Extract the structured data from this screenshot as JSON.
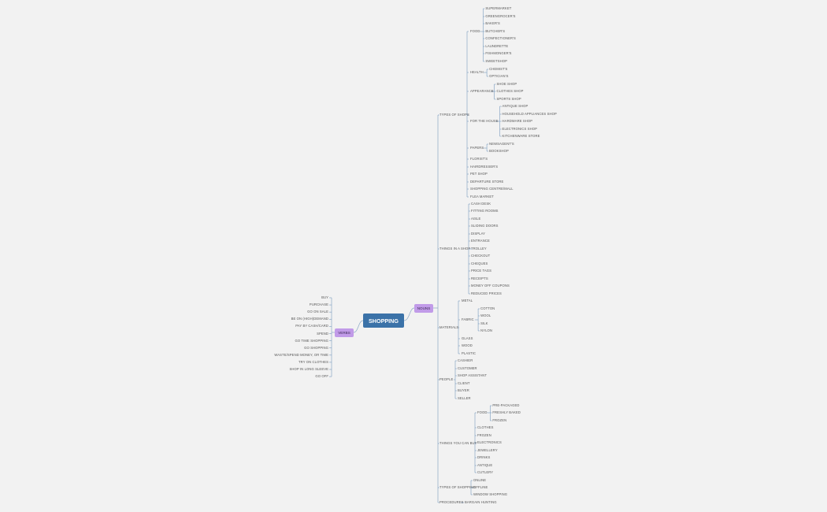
{
  "root": "SHOPPING",
  "colors": {
    "background": "#f2f2f2",
    "root": "#3b72a8",
    "branch": "#c19be8",
    "line": "#8aa7c6",
    "text": "#555555"
  },
  "verbs": {
    "label": "VERBS",
    "items": [
      "BUY",
      "PURCHASE",
      "GO ON SALE",
      "BE ON (HIGH)DEMAND",
      "PAY BY CASH/CARD",
      "SPEND",
      "GO TIME SHOPPING",
      "GO SHOPPING",
      "WASTE/SPEND MONEY, OR TIME",
      "TRY ON CLOTHES",
      "SHOP IN LONG SLEEVE",
      "GO OFF"
    ]
  },
  "nouns": {
    "label": "NOUNS",
    "groups": [
      {
        "label": "TYPES OF SHOPS",
        "items": [
          {
            "label": "FOOD",
            "items": [
              "SUPERMARKET",
              "GREENGROCER'S",
              "BAKER'S",
              "BUTCHER'S",
              "CONFECTIONER'S",
              "LAUNDRETTE",
              "FISHMONGER'S",
              "SWEETSHOP"
            ]
          },
          {
            "label": "HEALTH",
            "items": [
              "CHEMIST'S",
              "OPTICIAN'S"
            ]
          },
          {
            "label": "APPEARANCE",
            "items": [
              "SHOE SHOP",
              "CLOTHES SHOP",
              "SPORTS SHOP"
            ]
          },
          {
            "label": "FOR THE HOUSE",
            "items": [
              "ANTIQUE SHOP",
              "HOUSEHOLD APPLIANCES SHOP",
              "HARDWARE SHOP",
              "ELECTRONICS SHOP",
              "KITCHENWARE STORE"
            ]
          },
          {
            "label": "PAPERS",
            "items": [
              "NEWSAGENT'S",
              "BOOKSHOP"
            ]
          },
          {
            "label": "FLORIST'S"
          },
          {
            "label": "HAIRDRESSER'S"
          },
          {
            "label": "PET SHOP"
          },
          {
            "label": "DEPARTURE STORE"
          },
          {
            "label": "SHOPPING CENTRE/MALL"
          },
          {
            "label": "FLEA MARKET"
          }
        ]
      },
      {
        "label": "THINGS IN A SHOP",
        "items": [
          {
            "label": "CASH DESK"
          },
          {
            "label": "FITTING ROOMS"
          },
          {
            "label": "AISLE"
          },
          {
            "label": "SLIDING DOORS"
          },
          {
            "label": "DISPLAY"
          },
          {
            "label": "ENTRANCE"
          },
          {
            "label": "TROLLEY"
          },
          {
            "label": "CHECKOUT"
          },
          {
            "label": "CHEQUES"
          },
          {
            "label": "PRICE TAGS"
          },
          {
            "label": "RECEIPTS"
          },
          {
            "label": "MONEY OFF COUPONS"
          },
          {
            "label": "REDUCED PRICES"
          }
        ]
      },
      {
        "label": "MATERIALS",
        "items": [
          {
            "label": "METAL"
          },
          {
            "label": "FABRIC",
            "items": [
              "COTTON",
              "WOOL",
              "SILK",
              "NYLON"
            ]
          },
          {
            "label": "GLASS"
          },
          {
            "label": "WOOD"
          },
          {
            "label": "PLASTIC"
          }
        ]
      },
      {
        "label": "PEOPLE",
        "items": [
          {
            "label": "CASHIER"
          },
          {
            "label": "CUSTOMER"
          },
          {
            "label": "SHOP ASSISTANT"
          },
          {
            "label": "CLIENT"
          },
          {
            "label": "BUYER"
          },
          {
            "label": "SELLER"
          }
        ]
      },
      {
        "label": "THINGS YOU CAN BUY",
        "items": [
          {
            "label": "FOOD",
            "items": [
              "PRE-PACKAGED",
              "FRESHLY BAKED",
              "FROZEN"
            ]
          },
          {
            "label": "CLOTHES"
          },
          {
            "label": "FROZEN"
          },
          {
            "label": "ELECTRONICS"
          },
          {
            "label": "JEWELLERY"
          },
          {
            "label": "DRINKS"
          },
          {
            "label": "ANTIQUE"
          },
          {
            "label": "CUTLERY"
          }
        ]
      },
      {
        "label": "TYPES OF SHOPPING",
        "items": [
          {
            "label": "ONLINE"
          },
          {
            "label": "OFFLINE"
          },
          {
            "label": "WINDOW SHOPPING"
          }
        ]
      },
      {
        "label": "PROCEDURES",
        "items": [
          {
            "label": "BARGAIN HUNTING"
          }
        ]
      }
    ]
  }
}
